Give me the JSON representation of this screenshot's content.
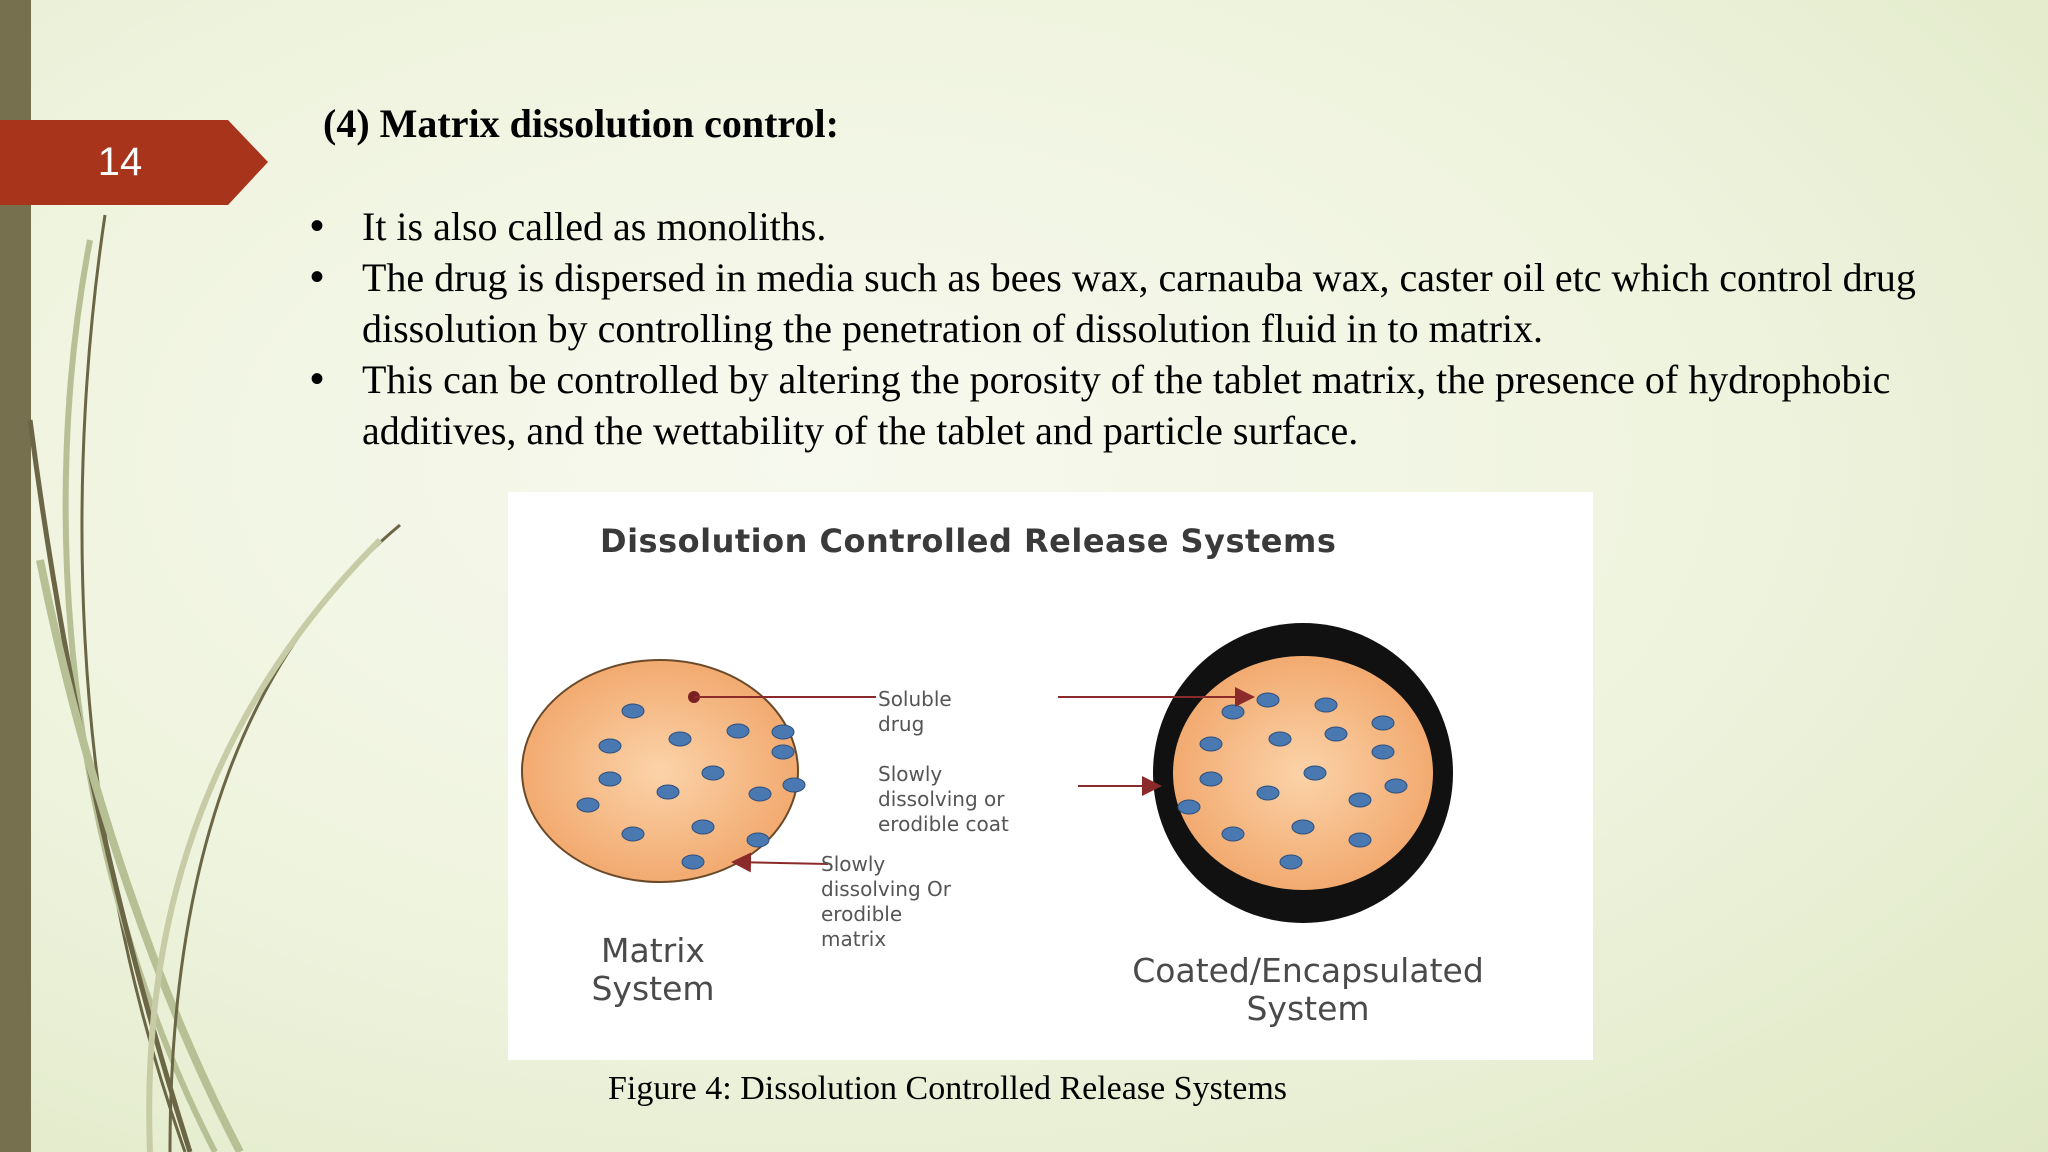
{
  "slide": {
    "number": "14",
    "heading": "(4) Matrix dissolution control:",
    "bullets": [
      "It is also called as monoliths.",
      "The drug is dispersed in media such as bees wax, carnauba wax, caster oil etc which control drug dissolution by controlling the penetration of dissolution fluid in to matrix.",
      "This can be controlled by altering the porosity of the tablet matrix, the presence of hydrophobic additives, and the wettability of the tablet and particle surface."
    ],
    "bullet_symbol": "•",
    "caption": "Figure 4: Dissolution Controlled Release Systems"
  },
  "figure": {
    "title": "Dissolution Controlled Release Systems",
    "labels": {
      "soluble_drug": "Soluble drug",
      "slowly_dissolving_coat": "Slowly dissolving or erodible coat",
      "slowly_dissolving_matrix": "Slowly dissolving Or erodible matrix",
      "matrix_system": "Matrix System",
      "coated_system": "Coated/Encapsulated System"
    }
  },
  "colors": {
    "accent_tag": "#a7341b",
    "left_bar": "#76704f",
    "swoosh": "#6b6645",
    "particle": "#4a78b0",
    "matrix_fill": "#f3b07a",
    "arrow": "#8b2a2a"
  }
}
